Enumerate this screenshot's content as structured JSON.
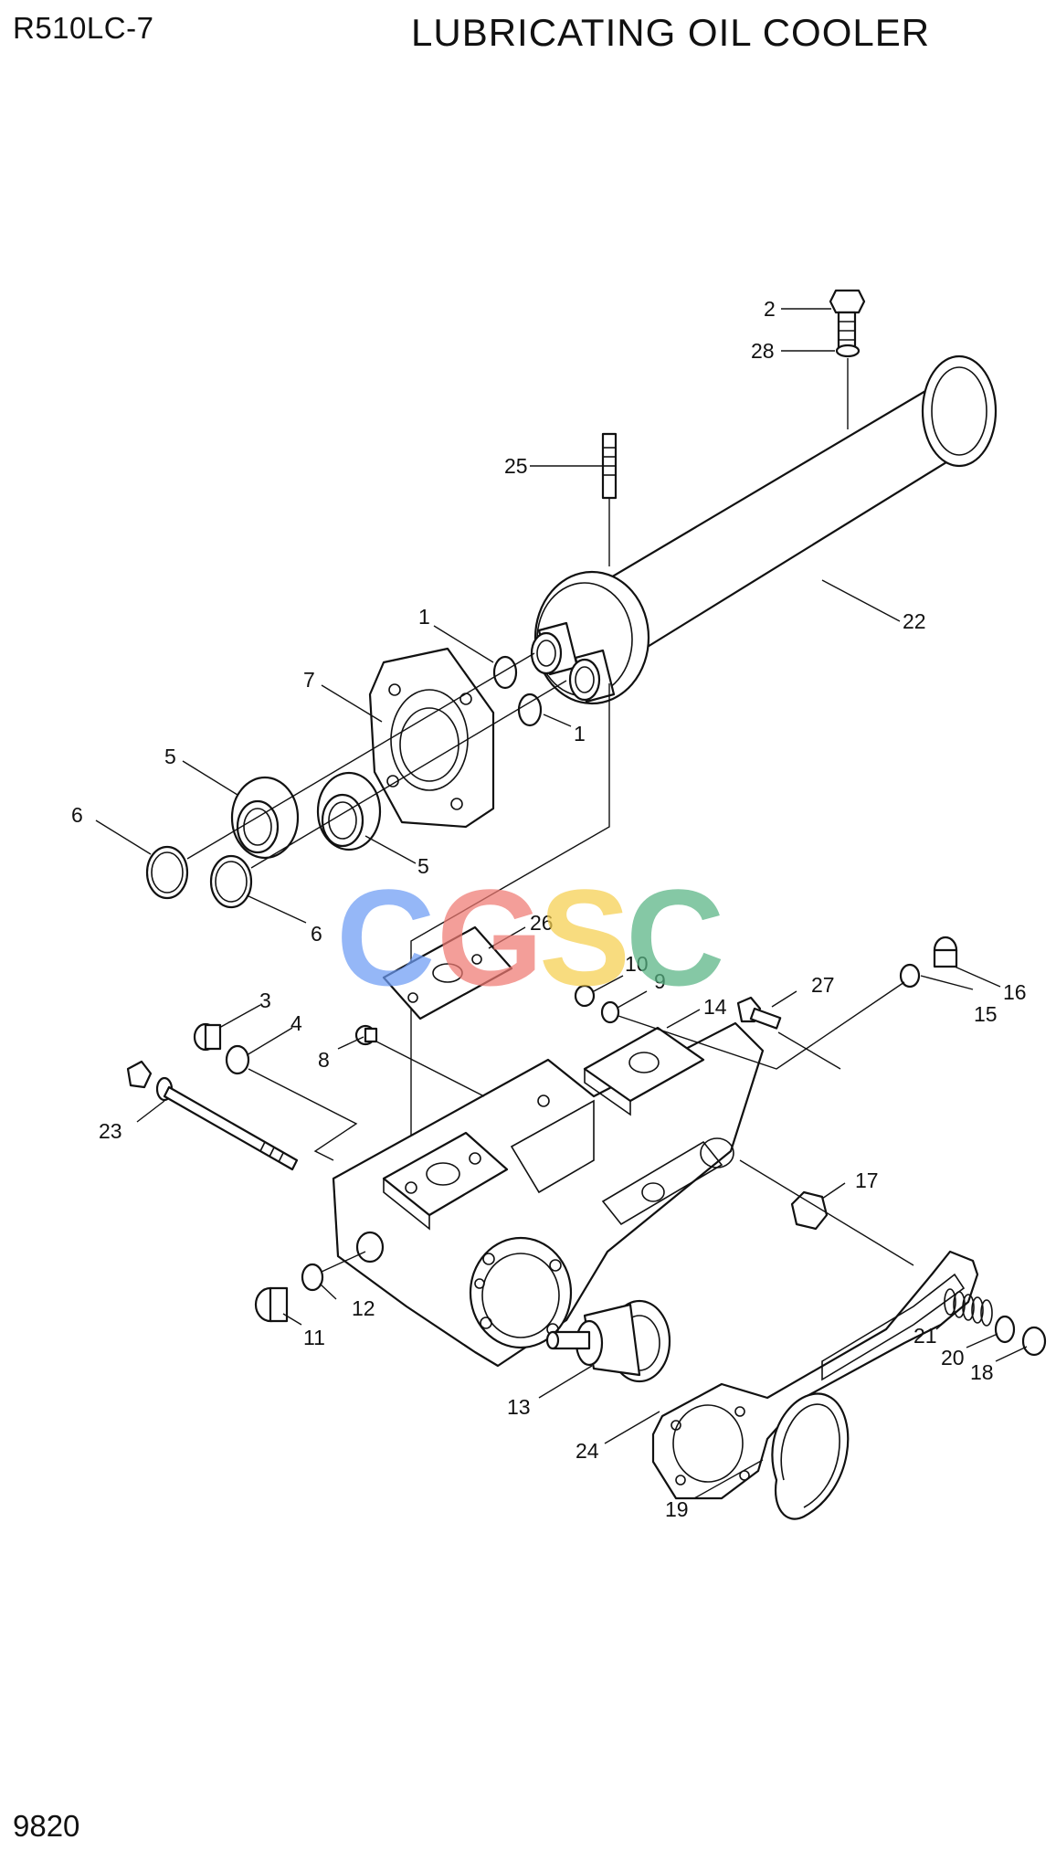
{
  "header": {
    "model": "R510LC-7",
    "title": "LUBRICATING OIL COOLER"
  },
  "footer": {
    "page_number": "9820"
  },
  "watermark": {
    "text": "CGSC",
    "letters": [
      {
        "char": "C",
        "color": "#6d9cf4"
      },
      {
        "char": "G",
        "color": "#ef7a72"
      },
      {
        "char": "S",
        "color": "#f6cf4f"
      },
      {
        "char": "C",
        "color": "#57b383"
      }
    ]
  },
  "callouts": {
    "c1a": "1",
    "c1b": "1",
    "c2": "2",
    "c3": "3",
    "c4": "4",
    "c5a": "5",
    "c5b": "5",
    "c6a": "6",
    "c6b": "6",
    "c7": "7",
    "c8": "8",
    "c9": "9",
    "c10": "10",
    "c11": "11",
    "c12": "12",
    "c13": "13",
    "c14": "14",
    "c15": "15",
    "c16": "16",
    "c17": "17",
    "c18": "18",
    "c19": "19",
    "c20": "20",
    "c21": "21",
    "c22": "22",
    "c23": "23",
    "c24": "24",
    "c25": "25",
    "c26": "26",
    "c27": "27",
    "c28": "28"
  }
}
